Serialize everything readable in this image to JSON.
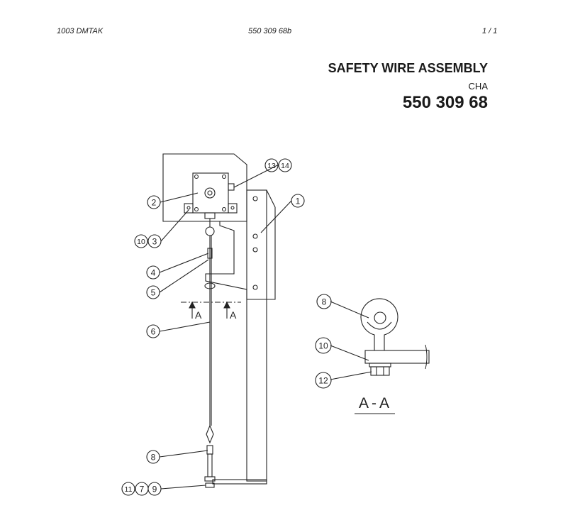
{
  "header": {
    "doc_code": "1003 DMTAK",
    "part_ref": "550 309 68b",
    "page": "1 /  1"
  },
  "title": {
    "name": "SAFETY WIRE ASSEMBLY",
    "variant": "CHA",
    "part_number": "550 309 68"
  },
  "section": {
    "marker": "A",
    "view_label": "A-A"
  },
  "callouts": {
    "c1": "1",
    "c2": "2",
    "c3": "3",
    "c4": "4",
    "c5": "5",
    "c6": "6",
    "c7": "7",
    "c8": "8",
    "c9": "9",
    "c10": "10",
    "c11": "11",
    "c12": "12",
    "c13": "13",
    "c14": "14"
  }
}
